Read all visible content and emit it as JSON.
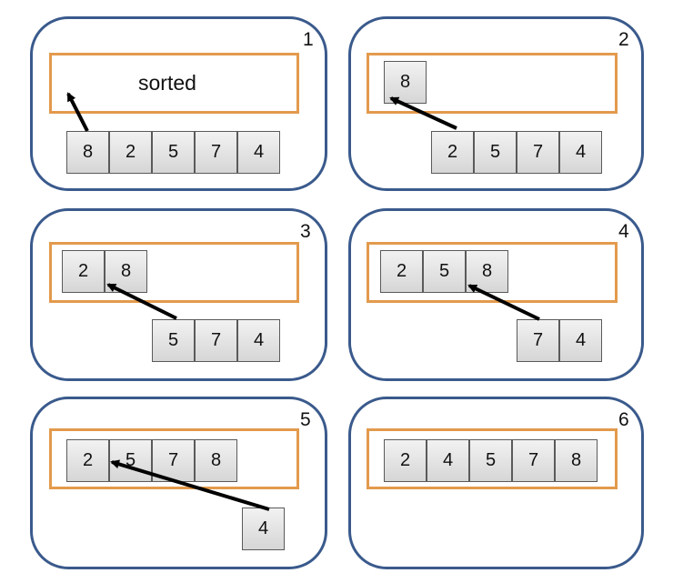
{
  "sorted_label": "sorted",
  "panels": [
    {
      "step": "1",
      "sorted": [],
      "unsorted": [
        "8",
        "2",
        "5",
        "7",
        "4"
      ]
    },
    {
      "step": "2",
      "sorted": [
        "8"
      ],
      "unsorted": [
        "2",
        "5",
        "7",
        "4"
      ]
    },
    {
      "step": "3",
      "sorted": [
        "2",
        "8"
      ],
      "unsorted": [
        "5",
        "7",
        "4"
      ]
    },
    {
      "step": "4",
      "sorted": [
        "2",
        "5",
        "8"
      ],
      "unsorted": [
        "7",
        "4"
      ]
    },
    {
      "step": "5",
      "sorted": [
        "2",
        "5",
        "7",
        "8"
      ],
      "unsorted": [
        "4"
      ]
    },
    {
      "step": "6",
      "sorted": [
        "2",
        "4",
        "5",
        "7",
        "8"
      ],
      "unsorted": []
    }
  ]
}
